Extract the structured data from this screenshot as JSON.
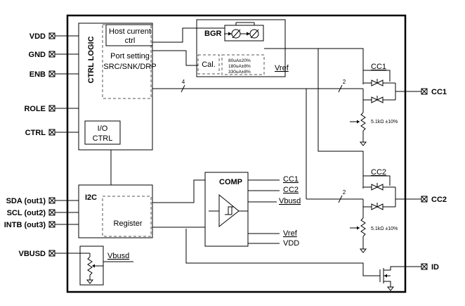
{
  "pins_left": {
    "vdd": "VDD",
    "gnd": "GND",
    "enb": "ENB",
    "role": "ROLE",
    "ctrl": "CTRL",
    "sda": "SDA (out1)",
    "scl": "SCL (out2)",
    "intb": "INTB (out3)",
    "vbusd": "VBUSD"
  },
  "pins_right": {
    "cc1": "CC1",
    "cc2": "CC2",
    "id": "ID"
  },
  "ctrl_logic": {
    "title": "CTRL LOGIC",
    "host_current_line1": "Host current",
    "host_current_line2": "ctrl",
    "port_setting_line1": "Port setting",
    "port_setting_line2": "SRC/SNK/DRP",
    "io_line1": "I/O",
    "io_line2": "CTRL"
  },
  "bgr": {
    "title": "BGR",
    "cal": "Cal.",
    "currents": [
      "80uA±20%",
      "180uA±8%",
      "330uA±8%"
    ],
    "vref": "Vref"
  },
  "bus_widths": {
    "main": "4",
    "cc1_branch": "2",
    "cc2_branch": "2"
  },
  "cc_blocks": {
    "cc1_label": "CC1",
    "cc2_label": "CC2",
    "resistor_cc1": "5.1kΩ ±10%",
    "resistor_cc2": "5.1kΩ ±10%"
  },
  "i2c": {
    "title": "I2C",
    "register": "Register"
  },
  "comp": {
    "title": "COMP",
    "inputs_top": [
      "CC1",
      "CC2",
      "Vbusd"
    ],
    "inputs_bottom": [
      "Vref",
      "VDD"
    ]
  },
  "vbusd_block": {
    "label": "Vbusd"
  },
  "colors": {
    "line": "#000000",
    "dashed": "#555555",
    "background": "#ffffff"
  }
}
